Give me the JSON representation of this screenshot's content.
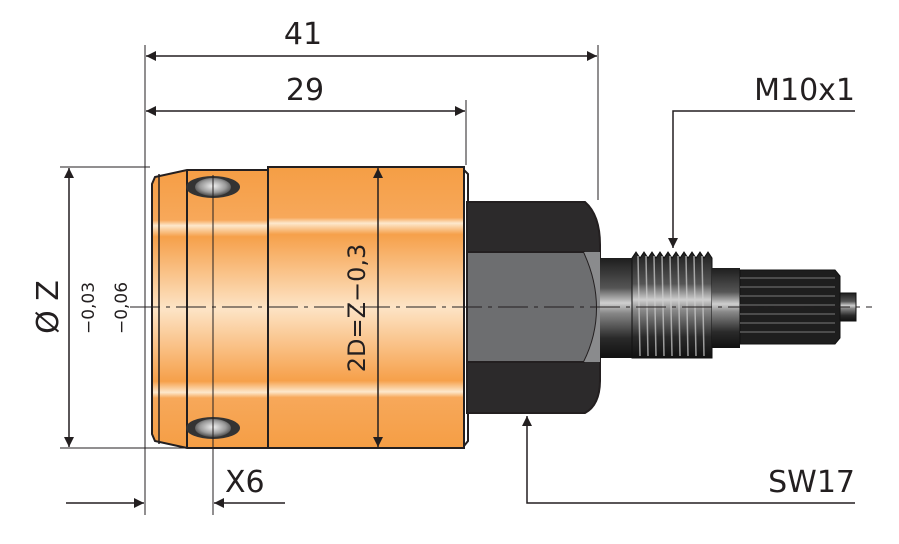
{
  "drawing": {
    "title": "Technical drawing of cylindrical fitting with hex nut and threaded stem",
    "colors": {
      "body_orange": "#f7a54b",
      "body_highlight": "#fde3c3",
      "hex_dark": "#2c2a2b",
      "hex_mid": "#6d6e70",
      "outline": "#231f20",
      "dimension_line": "#231f20"
    },
    "dimensions": {
      "overall_length": "41",
      "body_length": "29",
      "diameter_symbol": "Ø",
      "diameter_label": "Z",
      "tolerance_upper": "−0,03",
      "tolerance_lower": "−0,06",
      "inner_dimension": "2D=Z−0,3",
      "ball_offset": "X6",
      "thread": "M10x1",
      "wrench_size": "SW17"
    }
  }
}
